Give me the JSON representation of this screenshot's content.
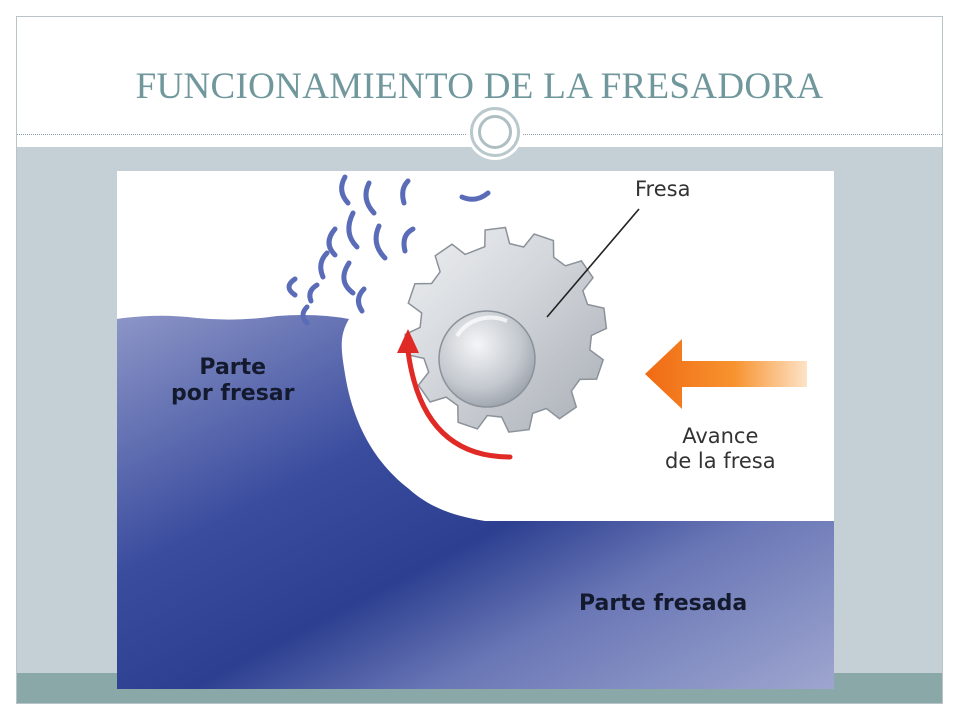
{
  "slide": {
    "title": "FUNCIONAMIENTO DE LA FRESADORA"
  },
  "diagram": {
    "labels": {
      "fresa": "Fresa",
      "parte_por_fresar_line1": "Parte",
      "parte_por_fresar_line2": "por fresar",
      "avance_line1": "Avance",
      "avance_line2": "de la fresa",
      "parte_fresada": "Parte fresada"
    },
    "icons": {
      "rotation": "curved-arrow-icon",
      "feed": "feed-arrow-icon",
      "cutter": "gear-icon"
    },
    "colors": {
      "workpiece": "#2f4393",
      "workpiece_light": "#9aa2cc",
      "rotation_arrow": "#e02a25",
      "feed_arrow": "#f47a20",
      "chips": "#5a6bb8",
      "title": "#6f979c"
    }
  }
}
